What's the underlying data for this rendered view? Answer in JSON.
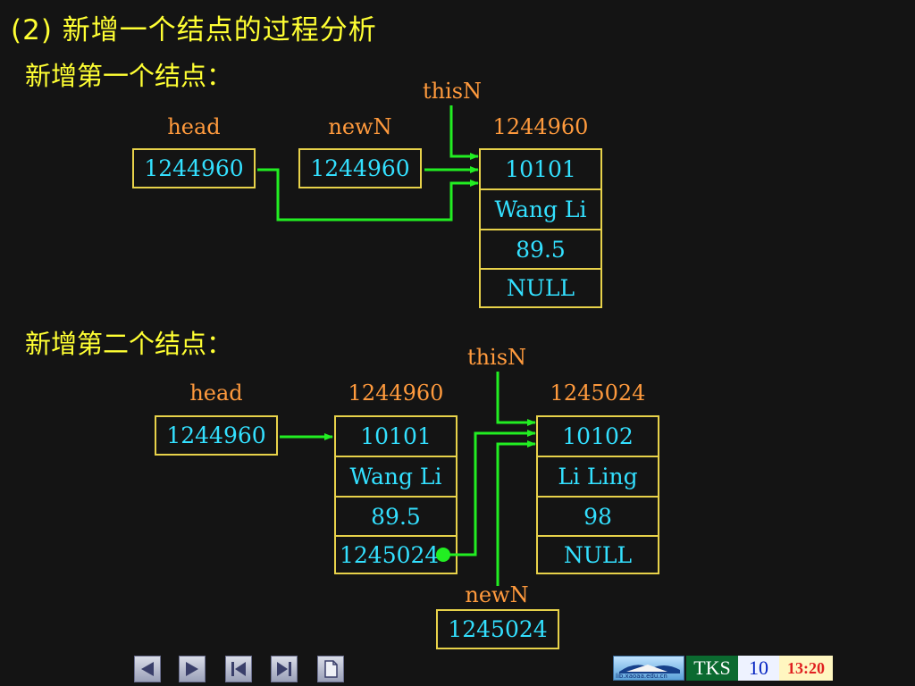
{
  "title": "(2) 新增一个结点的过程分析",
  "section1": {
    "heading": "新增第一个结点：",
    "thisN_label": "thisN",
    "head_label": "head",
    "head_value": "1244960",
    "newN_label": "newN",
    "newN_value": "1244960",
    "node_address": "1244960",
    "node_fields": [
      "10101",
      "Wang Li",
      "89.5",
      "NULL"
    ]
  },
  "section2": {
    "heading": "新增第二个结点：",
    "thisN_label": "thisN",
    "head_label": "head",
    "head_value": "1244960",
    "node1_address": "1244960",
    "node1_fields": [
      "10101",
      "Wang Li",
      "89.5",
      "1245024"
    ],
    "node2_address": "1245024",
    "node2_fields": [
      "10102",
      "Li Ling",
      "98",
      "NULL"
    ],
    "newN_label": "newN",
    "newN_value": "1245024"
  },
  "footer": {
    "logo_text": "lib.xaoaa.edu.cn",
    "brand": "TKS",
    "page_number": "10",
    "time": "13:20"
  },
  "nav_icons": [
    "prev-icon",
    "next-icon",
    "first-icon",
    "last-icon",
    "document-icon"
  ],
  "colors": {
    "background": "#141414",
    "title": "#ffff33",
    "label": "#ff9a3d",
    "value": "#33e0ff",
    "border": "#e8d24a",
    "arrow": "#22ee22"
  }
}
